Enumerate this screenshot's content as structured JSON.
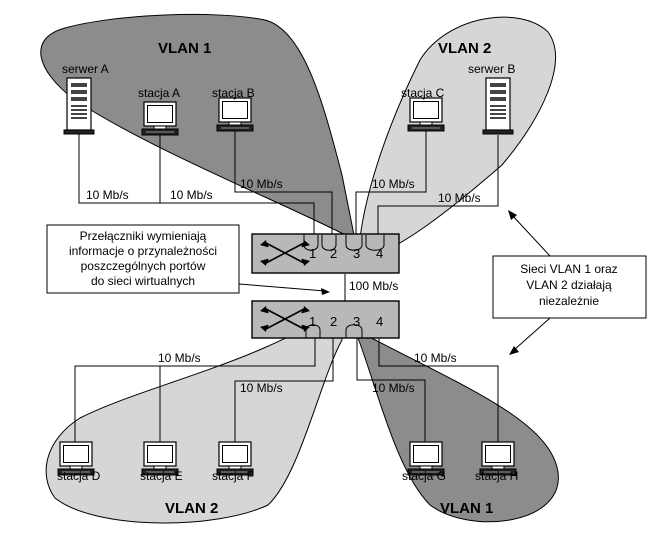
{
  "vlans": {
    "top_left": "VLAN 1",
    "top_right": "VLAN 2",
    "bottom_left": "VLAN 2",
    "bottom_right": "VLAN 1"
  },
  "devices": {
    "serwer_a": "serwer A",
    "stacja_a": "stacja A",
    "stacja_b": "stacja B",
    "stacja_c": "stacja C",
    "serwer_b": "serwer B",
    "stacja_d": "stacja D",
    "stacja_e": "stacja E",
    "stacja_f": "stacja F",
    "stacja_g": "stacja G",
    "stacja_h": "stacja H"
  },
  "links": {
    "speed_10": "10 Mb/s",
    "trunk": "100 Mb/s"
  },
  "ports": [
    "1",
    "2",
    "3",
    "4"
  ],
  "notes": {
    "switch_info": [
      "Przełączniki wymieniają",
      "informacje o przynależności",
      "poszczególnych portów",
      "do sieci wirtualnych"
    ],
    "vlan_independent": [
      "Sieci VLAN 1 oraz",
      "VLAN 2 działają",
      "niezależnie"
    ]
  },
  "colors": {
    "vlan1_fill": "#8c8c8c",
    "vlan2_fill": "#d6d6d6",
    "switch_fill": "#b8b8b8",
    "line": "#000000"
  },
  "icons": {
    "server": "server-tower-icon",
    "workstation": "monitor-keyboard-icon",
    "switch_symbol": "crossed-arrows-icon"
  }
}
